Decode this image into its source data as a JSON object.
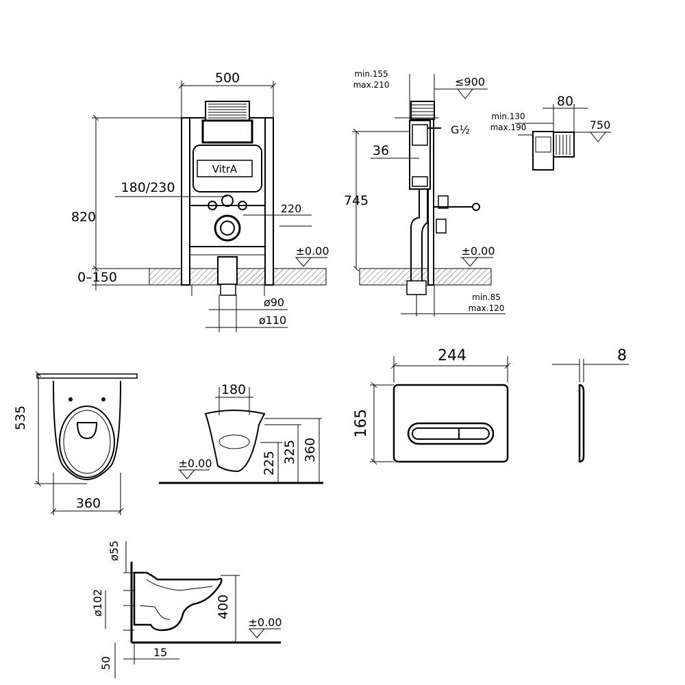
{
  "brand": "VitrA",
  "frame_front": {
    "width": "500",
    "height": "820",
    "floor_range": "0–150",
    "inlet_offset": "180/230",
    "outlet_height": "220",
    "floor_level": "±0.00",
    "pipe_inner": "ø90",
    "pipe_outer": "ø110"
  },
  "frame_side": {
    "min_top": "min.155",
    "max_top": "max.210",
    "depth_limit": "≤900",
    "supply": "G½",
    "depth": "36",
    "height": "745",
    "floor_level": "±0.00",
    "min_bottom": "min.85",
    "max_bottom": "max.120"
  },
  "cistern_detail": {
    "width": "80",
    "min": "min.130",
    "max": "max.190",
    "level": "750"
  },
  "bowl_top": {
    "length": "535",
    "width": "360"
  },
  "bowl_front": {
    "width": "180",
    "h1": "225",
    "h2": "325",
    "h3": "360",
    "floor_level": "±0.00"
  },
  "flush_plate": {
    "width": "244",
    "height": "165",
    "depth": "8"
  },
  "bowl_side": {
    "d_top": "ø55",
    "d_outlet": "ø102",
    "height": "400",
    "floor_level": "±0.00",
    "offset": "15",
    "bottom": "50"
  }
}
